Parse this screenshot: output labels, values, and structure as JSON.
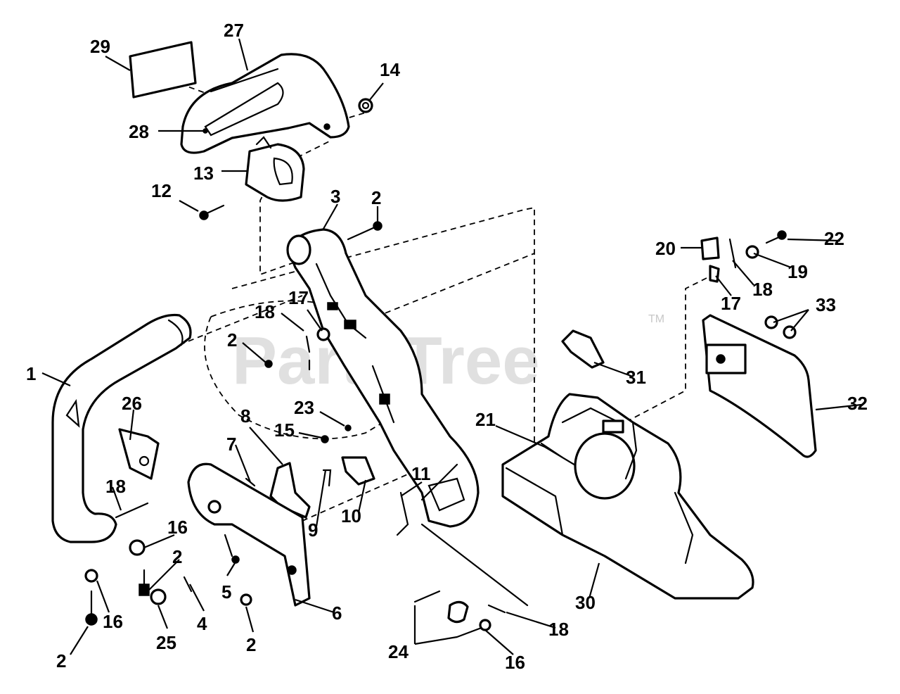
{
  "watermark": {
    "text": "PartsTree",
    "trademark": "TM",
    "color": "#c8c8c8"
  },
  "diagram": {
    "line_color": "#000000",
    "background": "#ffffff",
    "callouts": [
      {
        "id": "c29a",
        "label": "29"
      },
      {
        "id": "c27a",
        "label": "27"
      },
      {
        "id": "c14a",
        "label": "14"
      },
      {
        "id": "c28a",
        "label": "28"
      },
      {
        "id": "c13a",
        "label": "13"
      },
      {
        "id": "c12a",
        "label": "12"
      },
      {
        "id": "c3a",
        "label": "3"
      },
      {
        "id": "c2a",
        "label": "2"
      },
      {
        "id": "c20a",
        "label": "20"
      },
      {
        "id": "c22a",
        "label": "22"
      },
      {
        "id": "c19a",
        "label": "19"
      },
      {
        "id": "c18a",
        "label": "18"
      },
      {
        "id": "c17a",
        "label": "17"
      },
      {
        "id": "c33a",
        "label": "33"
      },
      {
        "id": "c18b",
        "label": "18"
      },
      {
        "id": "c17b",
        "label": "17"
      },
      {
        "id": "c2b",
        "label": "2"
      },
      {
        "id": "c31a",
        "label": "31"
      },
      {
        "id": "c1a",
        "label": "1"
      },
      {
        "id": "c26a",
        "label": "26"
      },
      {
        "id": "c23a",
        "label": "23"
      },
      {
        "id": "c8a",
        "label": "8"
      },
      {
        "id": "c15a",
        "label": "15"
      },
      {
        "id": "c21a",
        "label": "21"
      },
      {
        "id": "c32a",
        "label": "32"
      },
      {
        "id": "c7a",
        "label": "7"
      },
      {
        "id": "c11a",
        "label": "11"
      },
      {
        "id": "c18c",
        "label": "18"
      },
      {
        "id": "c9a",
        "label": "9"
      },
      {
        "id": "c10a",
        "label": "10"
      },
      {
        "id": "c16a",
        "label": "16"
      },
      {
        "id": "c2c",
        "label": "2"
      },
      {
        "id": "c5a",
        "label": "5"
      },
      {
        "id": "c6a",
        "label": "6"
      },
      {
        "id": "c30a",
        "label": "30"
      },
      {
        "id": "c16b",
        "label": "16"
      },
      {
        "id": "c25a",
        "label": "25"
      },
      {
        "id": "c4a",
        "label": "4"
      },
      {
        "id": "c2d",
        "label": "2"
      },
      {
        "id": "c18d",
        "label": "18"
      },
      {
        "id": "c24a",
        "label": "24"
      },
      {
        "id": "c16c",
        "label": "16"
      },
      {
        "id": "c2e",
        "label": "2"
      }
    ]
  }
}
